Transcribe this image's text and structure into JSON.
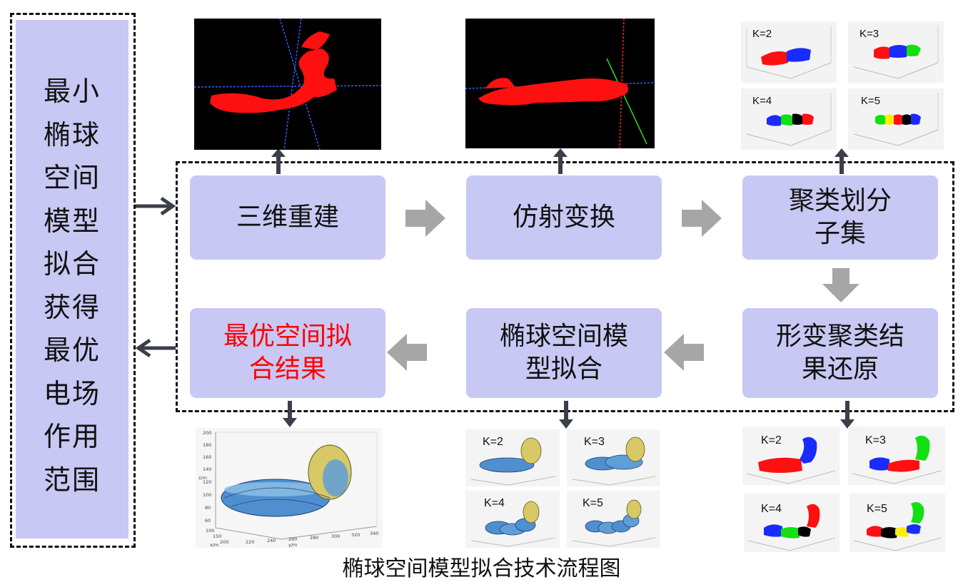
{
  "side_panel": {
    "text": "最小椭球空间模型拟合获得最优电场作用范围"
  },
  "steps": {
    "reconstruct": "三维重建",
    "affine": "仿射变换",
    "cluster": "聚类划分子集",
    "restore": "形变聚类结果还原",
    "ellipsoid_fit": "椭球空间模型拟合",
    "optimal": "最优空间拟合结果"
  },
  "k_labels": [
    "K=2",
    "K=3",
    "K=4",
    "K=5"
  ],
  "plot_axes": {
    "z_ticks": [
      "200",
      "180",
      "160",
      "140",
      "120",
      "100",
      "80",
      "60"
    ],
    "x_ticks": [
      "100",
      "150",
      "200"
    ],
    "y_ticks": [
      "220",
      "240",
      "260",
      "280",
      "300",
      "320",
      "340"
    ],
    "z_label": "z/m",
    "x_label": "x/m",
    "y_label": "y/m"
  },
  "caption": "椭球空间模型拟合技术流程图",
  "colors": {
    "panel": "#c8c8f4",
    "highlight_text": "#ff0000",
    "arrow_gray": "#a6a6a6",
    "arrow_dark": "#3a3f4a",
    "point_cloud": "#ff1010",
    "cluster_blue": "#1a2bff",
    "cluster_green": "#12e012",
    "cluster_black": "#000000",
    "cluster_yellow": "#ffee00"
  }
}
